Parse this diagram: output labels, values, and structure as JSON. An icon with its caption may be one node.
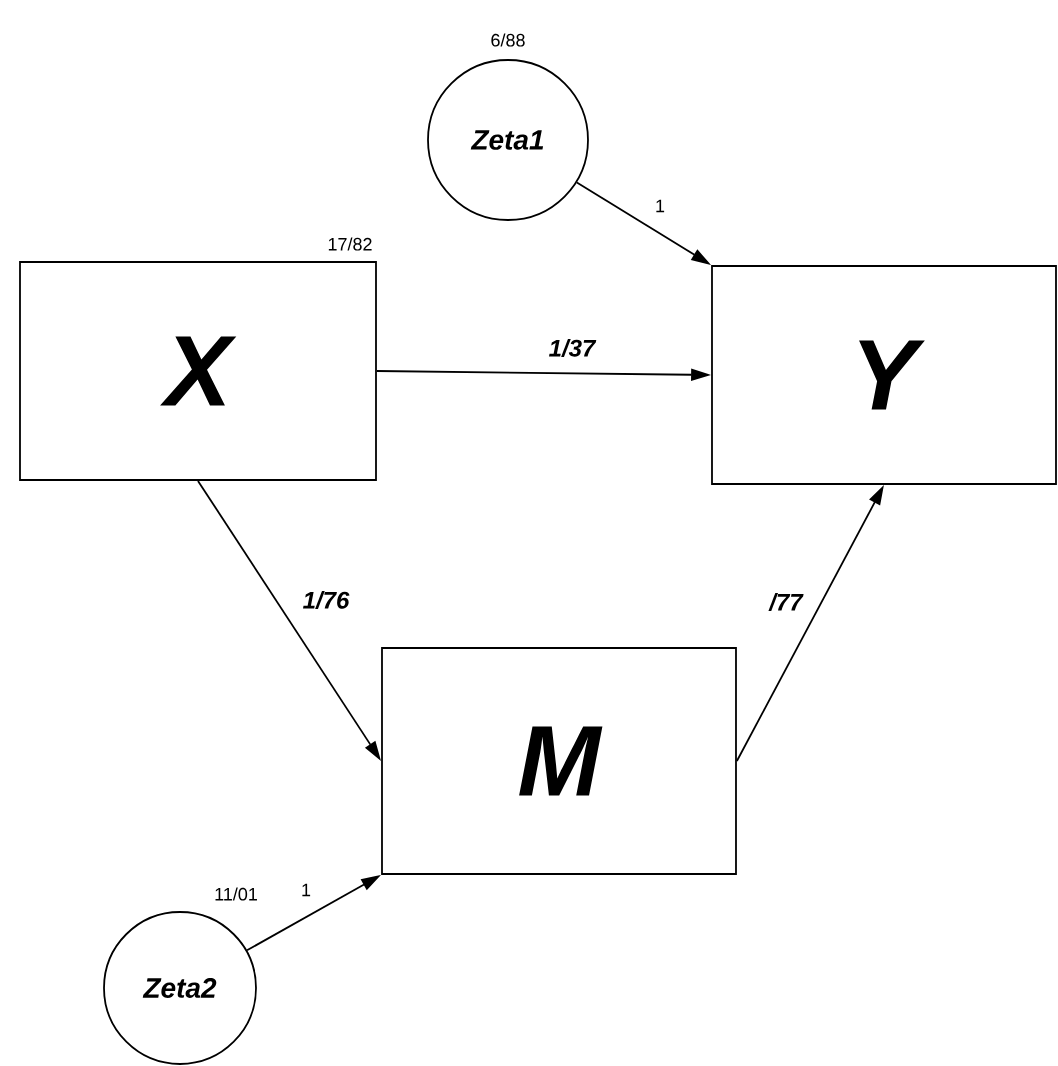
{
  "diagram": {
    "nodes": [
      {
        "text": [
          "Zeta1"
        ],
        "beside": [
          "6/88"
        ]
      },
      {
        "text": [
          "X"
        ],
        "beside": [
          "17/82"
        ]
      },
      {
        "text": [
          "Y"
        ]
      },
      {
        "text": [
          "M"
        ]
      },
      {
        "text": [
          "Zeta2"
        ],
        "beside": [
          "11/01"
        ]
      }
    ],
    "edges": [
      {
        "from": 0,
        "to": 2,
        "arrow": "to",
        "label": "1"
      },
      {
        "from": 1,
        "to": 2,
        "arrow": "to",
        "label": "1/37"
      },
      {
        "from": 1,
        "to": 3,
        "arrow": "to",
        "label": "1/76"
      },
      {
        "from": 3,
        "to": 2,
        "arrow": "to",
        "label": "/77"
      },
      {
        "from": 4,
        "to": 3,
        "arrow": "to",
        "label": "1"
      }
    ]
  }
}
